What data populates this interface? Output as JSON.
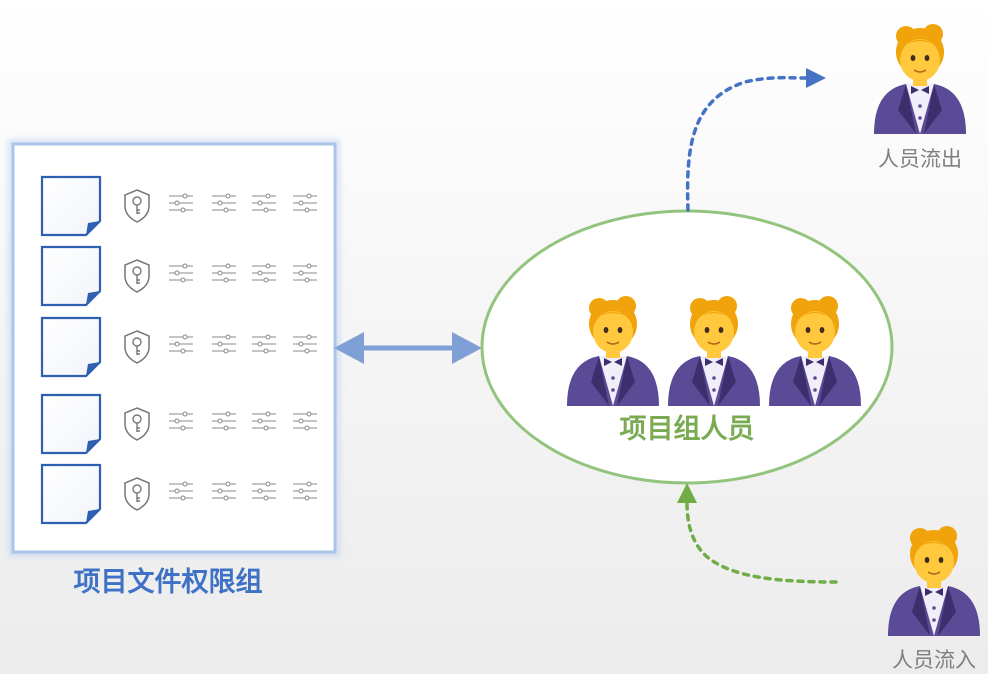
{
  "labels": {
    "permission_group": "项目文件权限组",
    "team_members": "项目组人员",
    "person_out": "人员流出",
    "person_in": "人员流入"
  },
  "document_rows": [
    {
      "icons": [
        "document-icon",
        "shield-key-icon",
        "slider-icon",
        "slider-icon",
        "slider-icon",
        "slider-icon"
      ]
    },
    {
      "icons": [
        "document-icon",
        "shield-key-icon",
        "slider-icon",
        "slider-icon",
        "slider-icon",
        "slider-icon"
      ]
    },
    {
      "icons": [
        "document-icon",
        "shield-key-icon",
        "slider-icon",
        "slider-icon",
        "slider-icon",
        "slider-icon"
      ]
    },
    {
      "icons": [
        "document-icon",
        "shield-key-icon",
        "slider-icon",
        "slider-icon",
        "slider-icon",
        "slider-icon"
      ]
    },
    {
      "icons": [
        "document-icon",
        "shield-key-icon",
        "slider-icon",
        "slider-icon",
        "slider-icon",
        "slider-icon"
      ]
    }
  ],
  "team_people": [
    "person-in-tuxedo-icon",
    "person-in-tuxedo-icon",
    "person-in-tuxedo-icon"
  ],
  "colors": {
    "blue_label": "#3f72c6",
    "green_label": "#7aab52",
    "panel_glow": "#a9c6ea",
    "doc_stroke": "#2e5fb0",
    "two_way_arrow": "#7f9fd6",
    "ellipse_stroke": "#93c47d",
    "out_arrow": "#4472c4",
    "in_arrow": "#70ad47",
    "person_label": "#7f7f7f",
    "jacket": "#5b4a96",
    "skin": "#ffc83d",
    "hair": "#f0a30a"
  }
}
